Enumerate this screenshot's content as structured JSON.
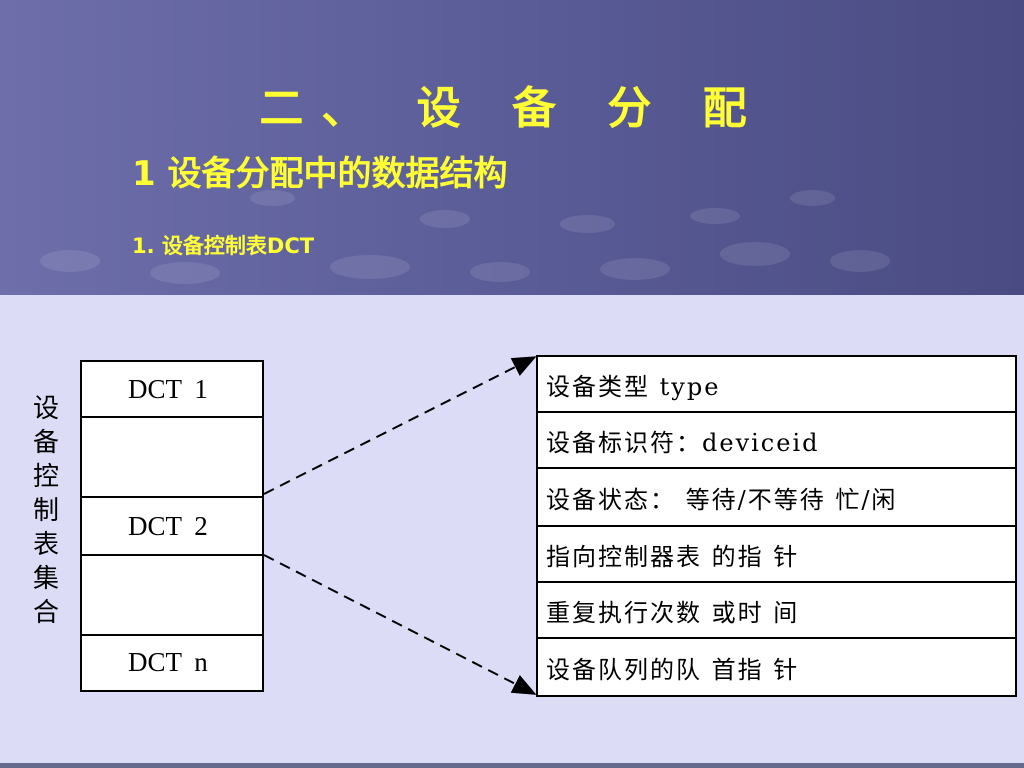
{
  "slide": {
    "title": "二、 设 备 分 配",
    "subtitle": "1 设备分配中的数据结构",
    "subsubtitle": "1. 设备控制表DCT"
  },
  "side_label_chars": [
    "设",
    "备",
    "控",
    "制",
    "表",
    "集",
    "合"
  ],
  "dct_rows": [
    "DCT 1",
    "",
    "DCT 2",
    "",
    "DCT n"
  ],
  "dct_fields": [
    "设备类型 type",
    "设备标识符：deviceid",
    "设备状态： 等待/不等待   忙/闲",
    "指向控制器表 的指 针",
    "重复执行次数 或时 间",
    "设备队列的队 首指 针"
  ],
  "colors": {
    "title_yellow": "#ffff33",
    "header_bg": "#5c5e9a",
    "content_bg": "#dcdcf6"
  }
}
